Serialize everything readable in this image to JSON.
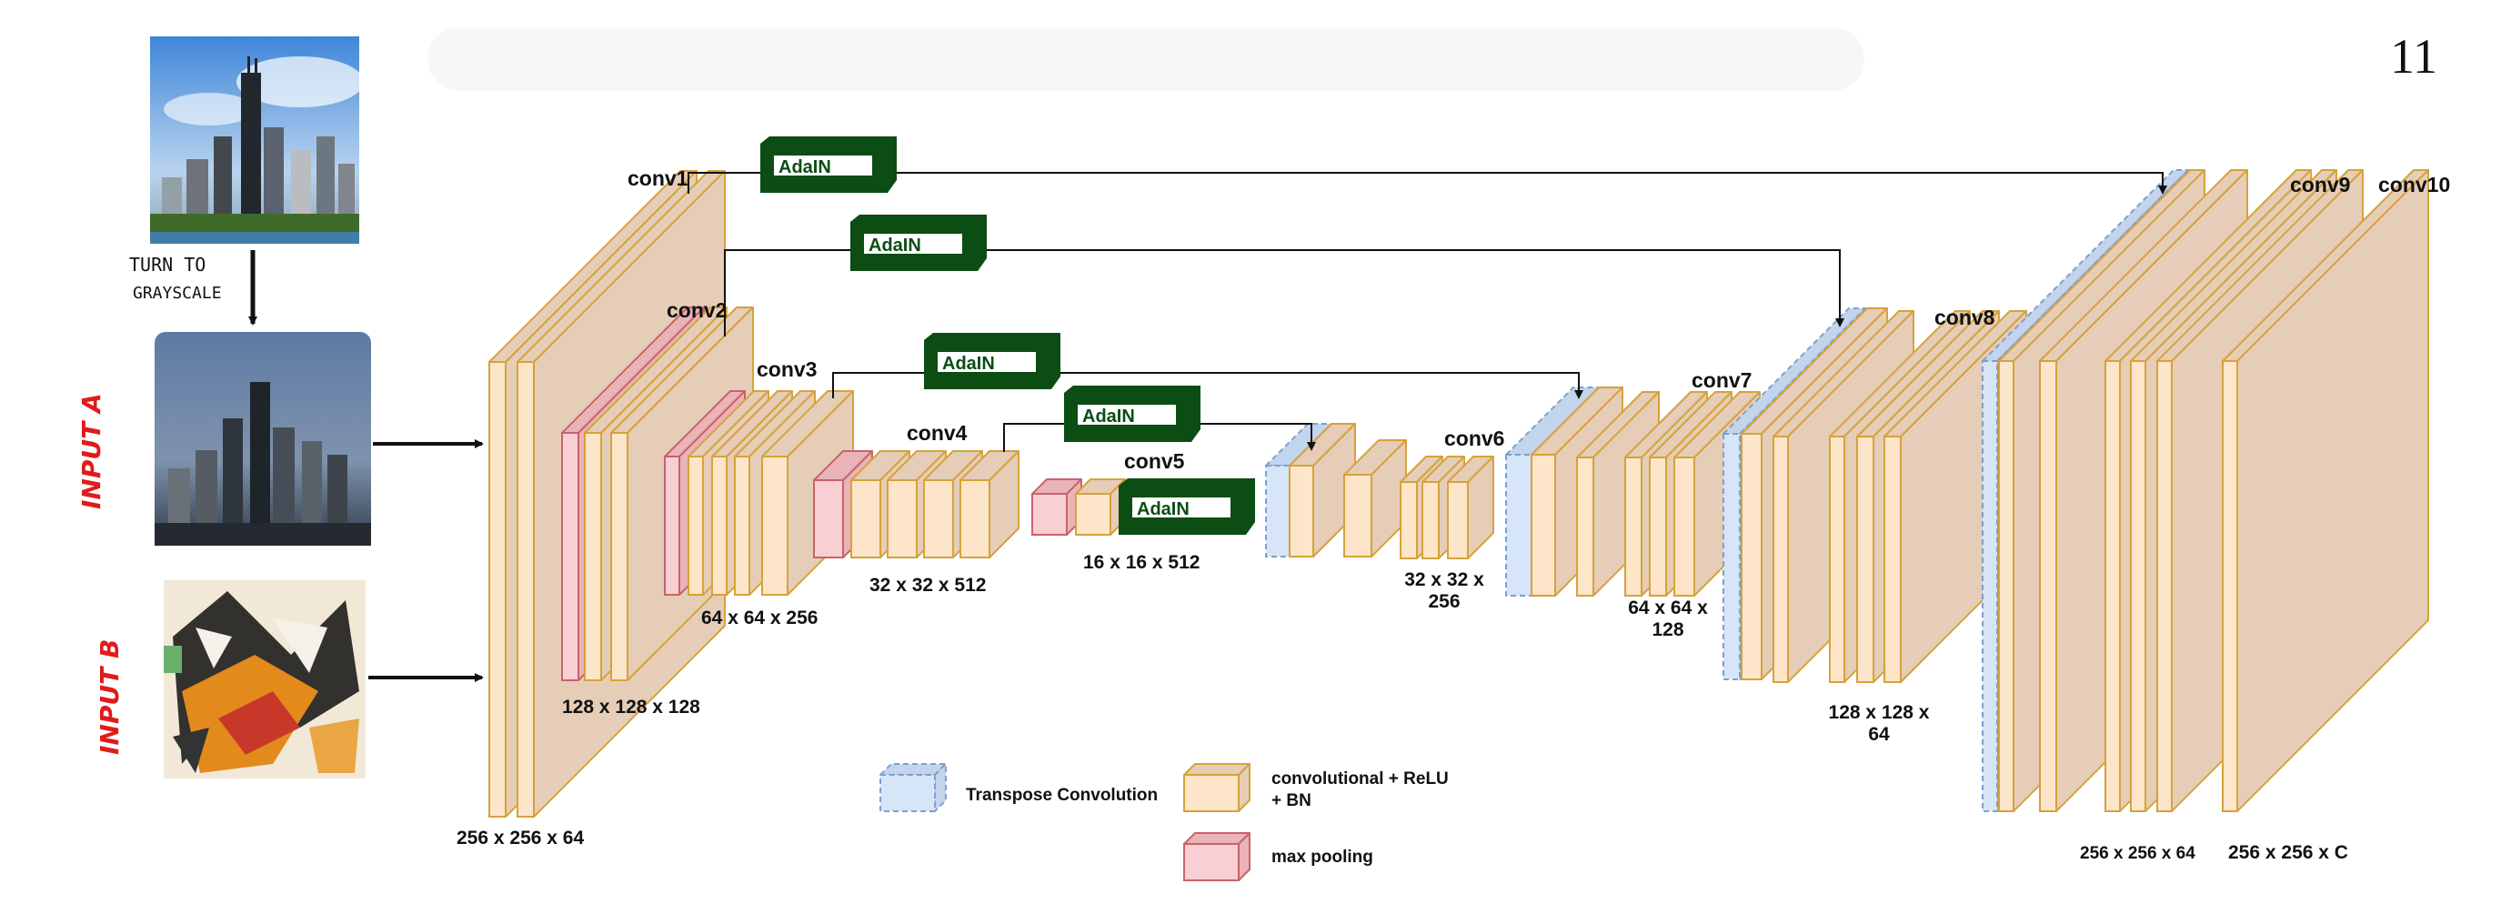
{
  "page_number": "11",
  "side_labels": {
    "turn_to_grayscale_line1": "TURN TO",
    "turn_to_grayscale_line2": "GRAYSCALE",
    "input_a": "INPUT A",
    "input_b": "INPUT B"
  },
  "images": {
    "color_photo": "color city skyline photo",
    "gray_photo": "grayscale city skyline photo",
    "style_image": "abstract painting (style image)"
  },
  "layers": {
    "conv1": "conv1",
    "conv2": "conv2",
    "conv3": "conv3",
    "conv4": "conv4",
    "conv5": "conv5",
    "conv6": "conv6",
    "conv7": "conv7",
    "conv8": "conv8",
    "conv9": "conv9",
    "conv10": "conv10"
  },
  "dims": {
    "d256_64": "256 x 256 x 64",
    "d128_128": "128 x 128 x 128",
    "d64_256": "64 x 64 x 256",
    "d32_512": "32 x 32 x 512",
    "d16_512": "16 x 16 x 512",
    "d32_256_a": "32 x 32 x",
    "d32_256_b": "256",
    "d64_128_a": "64 x 64 x",
    "d64_128_b": "128",
    "d128_64_a": "128 x 128 x",
    "d128_64_b": "64",
    "d256_64_right": "256 x 256 x 64",
    "d256_C": "256 x 256 x C"
  },
  "adain": [
    "AdaIN",
    "AdaIN",
    "AdaIN",
    "AdaIN",
    "AdaIN"
  ],
  "legend": {
    "transpose": "Transpose Convolution",
    "conv_line1": "convolutional + ReLU",
    "conv_line2": "+ BN",
    "maxpool": "max pooling"
  },
  "colors": {
    "conv_front": "#fce5c8",
    "conv_side": "#e6cdb7",
    "conv_stroke": "#d6a23a",
    "pool_front": "#f8cfd2",
    "pool_stroke": "#c8636a",
    "transpose_front": "#d6e5f7",
    "transpose_stroke": "#7e9fcf",
    "adain_green": "#0b4d13",
    "text_red": "#e01b1b"
  }
}
